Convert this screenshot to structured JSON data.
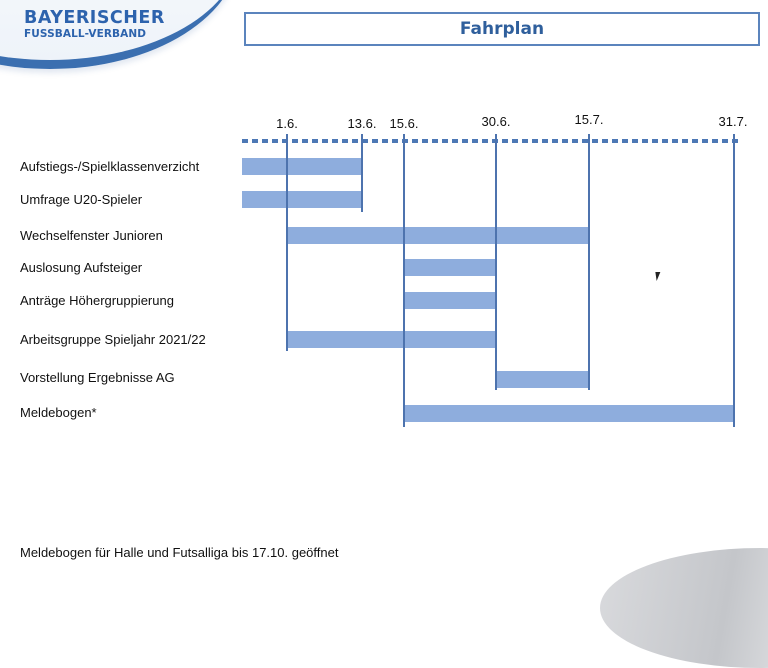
{
  "header": {
    "logo_line1": "BAYERISCHER",
    "logo_line2": "FUSSBALL-VERBAND",
    "title": "Fahrplan"
  },
  "colors": {
    "brand_blue": "#2d63ad",
    "bar_fill": "#8eaddd",
    "line": "#4d73ae"
  },
  "chart_data": {
    "type": "gantt",
    "title": "Fahrplan",
    "milestones": [
      "1.6.",
      "13.6.",
      "15.6.",
      "30.6.",
      "15.7.",
      "31.7."
    ],
    "axis_start": "",
    "tasks": [
      {
        "name": "Aufstiegs-/Spielklassenverzicht",
        "start": "before 1.6.",
        "end": "13.6."
      },
      {
        "name": "Umfrage U20-Spieler",
        "start": "before 1.6.",
        "end": "13.6."
      },
      {
        "name": "Wechselfenster Junioren",
        "start": "1.6.",
        "end": "15.7."
      },
      {
        "name": "Auslosung Aufsteiger",
        "start": "15.6.",
        "end": "30.6."
      },
      {
        "name": "Anträge Höhergruppierung",
        "start": "15.6.",
        "end": "30.6."
      },
      {
        "name": "Arbeitsgruppe Spieljahr 2021/22",
        "start": "1.6.",
        "end": "30.6."
      },
      {
        "name": "Vorstellung Ergebnisse AG",
        "start": "30.6.",
        "end": "15.7."
      },
      {
        "name": "Meldebogen*",
        "start": "15.6.",
        "end": "31.7."
      }
    ],
    "footnote": "Meldebogen für Halle und Futsalliga bis 17.10. geöffnet"
  },
  "dates": {
    "d1": "1.6.",
    "d2": "13.6.",
    "d3": "15.6.",
    "d4": "30.6.",
    "d5": "15.7.",
    "d6": "31.7."
  },
  "rows": [
    {
      "label": "Aufstiegs-/Spielklassenverzicht"
    },
    {
      "label": "Umfrage U20-Spieler"
    },
    {
      "label": "Wechselfenster Junioren"
    },
    {
      "label": "Auslosung Aufsteiger"
    },
    {
      "label": "Anträge Höhergruppierung"
    },
    {
      "label": "Arbeitsgruppe Spieljahr 2021/22"
    },
    {
      "label": "Vorstellung Ergebnisse AG"
    },
    {
      "label": "Meldebogen*"
    }
  ],
  "footnote": "Meldebogen für Halle und Futsalliga bis 17.10. geöffnet"
}
